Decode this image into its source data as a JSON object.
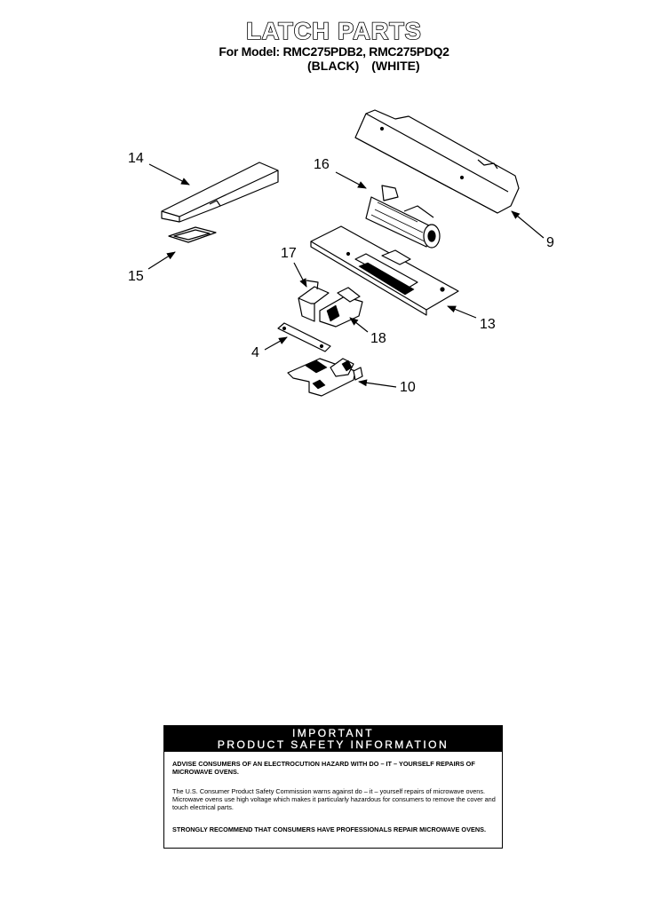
{
  "header": {
    "title": "LATCH PARTS",
    "model_line": "For Model: RMC275PDB2, RMC275PDQ2",
    "colors": [
      "(BLACK)",
      "(WHITE)"
    ]
  },
  "callouts": [
    "14",
    "16",
    "9",
    "17",
    "15",
    "13",
    "18",
    "4",
    "10"
  ],
  "notice": {
    "heading_line1": "IMPORTANT",
    "heading_line2": "PRODUCT SAFETY INFORMATION",
    "warning": "ADVISE CONSUMERS OF AN ELECTROCUTION HAZARD WITH DO – IT – YOURSELF REPAIRS OF MICROWAVE OVENS.",
    "body": "The U.S. Consumer Product Safety Commission warns against do – it – yourself repairs of microwave ovens. Microwave ovens use high voltage which makes it particularly hazardous for consumers to remove the cover and touch electrical parts.",
    "recommend": "STRONGLY RECOMMEND THAT CONSUMERS HAVE PROFESSIONALS REPAIR MICROWAVE OVENS."
  }
}
